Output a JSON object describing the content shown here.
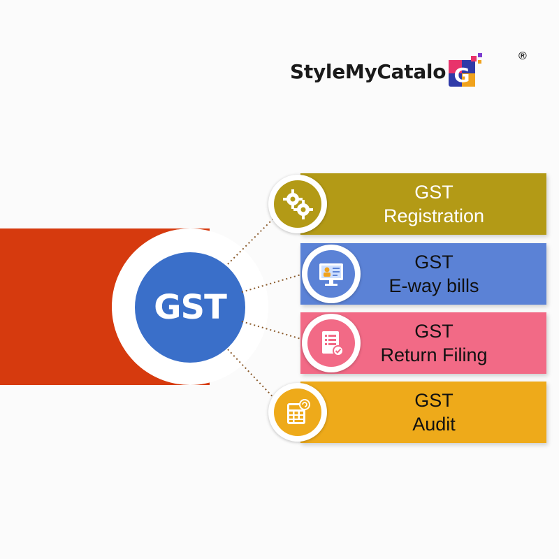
{
  "brand": {
    "name": "StyleMyCatalo",
    "mark_letter": "G",
    "registered": "®"
  },
  "hub": {
    "label": "GST"
  },
  "services": [
    {
      "line1": "GST",
      "line2": "Registration",
      "icon": "gears-icon",
      "color": "#b39a16",
      "text_color": "#ffffff"
    },
    {
      "line1": "GST",
      "line2": "E-way bills",
      "icon": "monitor-icon",
      "color": "#5b82d6",
      "text_color": "#111111"
    },
    {
      "line1": "GST",
      "line2": "Return Filing",
      "icon": "document-icon",
      "color": "#f26a86",
      "text_color": "#111111"
    },
    {
      "line1": "GST",
      "line2": "Audit",
      "icon": "calculator-icon",
      "color": "#eeaa1a",
      "text_color": "#111111"
    }
  ],
  "colors": {
    "accent_band": "#d63a0e",
    "hub": "#3a6fc9",
    "connector": "#8a5a2b"
  }
}
